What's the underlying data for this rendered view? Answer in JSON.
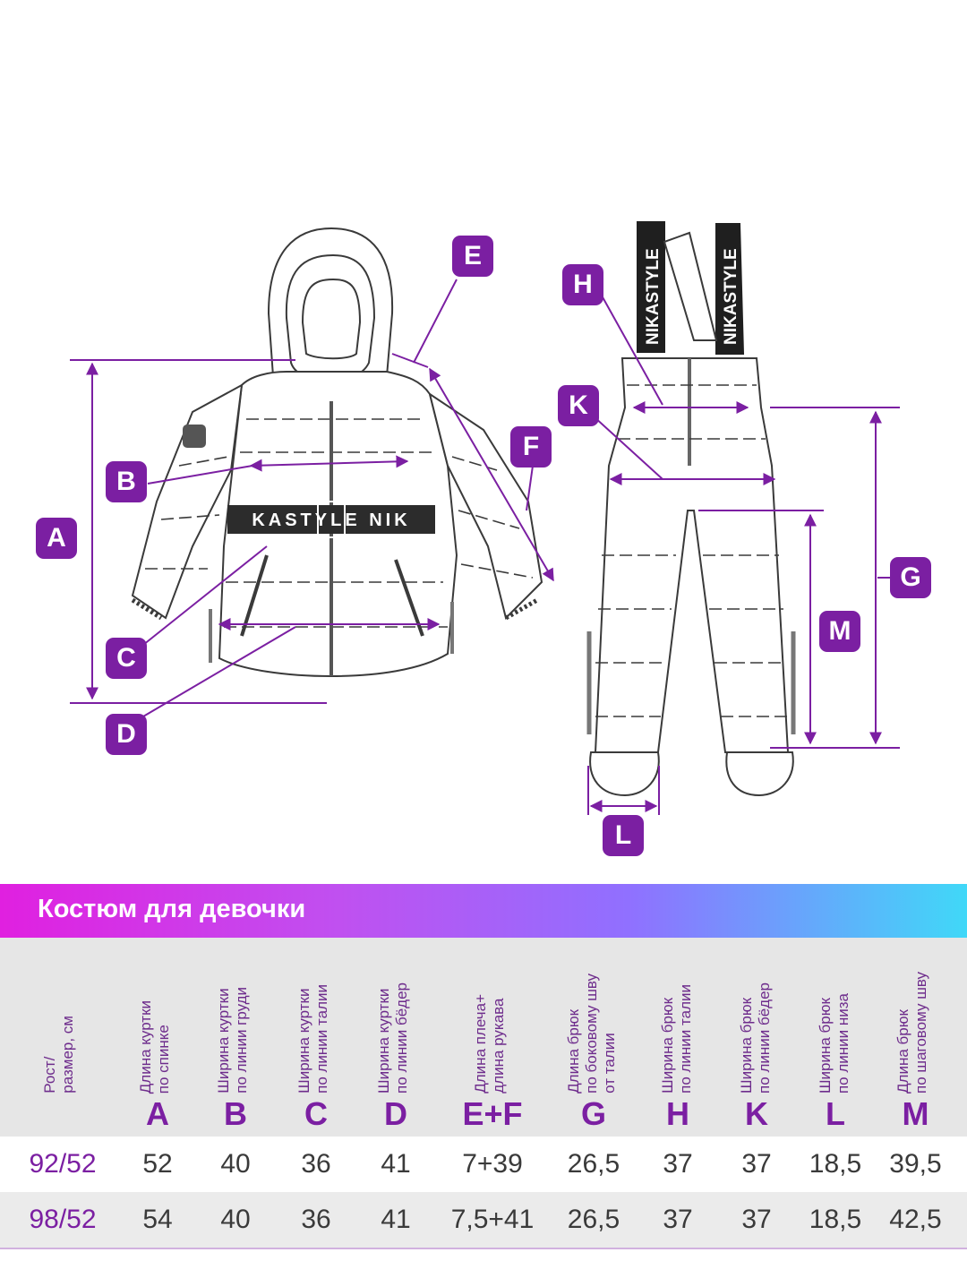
{
  "badges": {
    "A": "A",
    "B": "B",
    "C": "C",
    "D": "D",
    "E": "E",
    "F": "F",
    "G": "G",
    "H": "H",
    "K": "K",
    "L": "L",
    "M": "M"
  },
  "strap_text": "NIKASTYLE",
  "belt_text": "KASTYLE NIK",
  "accent_color": "#7b1fa2",
  "banner": {
    "title": "Костюм для девочки"
  },
  "table": {
    "columns": [
      {
        "label": "Рост/\nразмер, см",
        "letter": ""
      },
      {
        "label": "Длина куртки\nпо спинке",
        "letter": "A"
      },
      {
        "label": "Ширина куртки\nпо линии груди",
        "letter": "B"
      },
      {
        "label": "Ширина куртки\nпо линии талии",
        "letter": "C"
      },
      {
        "label": "Ширина куртки\nпо линии бёдер",
        "letter": "D"
      },
      {
        "label": "Длина плеча+\nдлина рукава",
        "letter": "E+F"
      },
      {
        "label": "Длина брюк\nпо боковому шву\nот талии",
        "letter": "G"
      },
      {
        "label": "Ширина брюк\nпо линии талии",
        "letter": "H"
      },
      {
        "label": "Ширина брюк\nпо линии бёдер",
        "letter": "K"
      },
      {
        "label": "Ширина брюк\nпо линии низа",
        "letter": "L"
      },
      {
        "label": "Длина брюк\nпо шаговому шву",
        "letter": "M"
      }
    ],
    "rows": [
      [
        "92/52",
        "52",
        "40",
        "36",
        "41",
        "7+39",
        "26,5",
        "37",
        "37",
        "18,5",
        "39,5"
      ],
      [
        "98/52",
        "54",
        "40",
        "36",
        "41",
        "7,5+41",
        "26,5",
        "37",
        "37",
        "18,5",
        "42,5"
      ]
    ]
  }
}
